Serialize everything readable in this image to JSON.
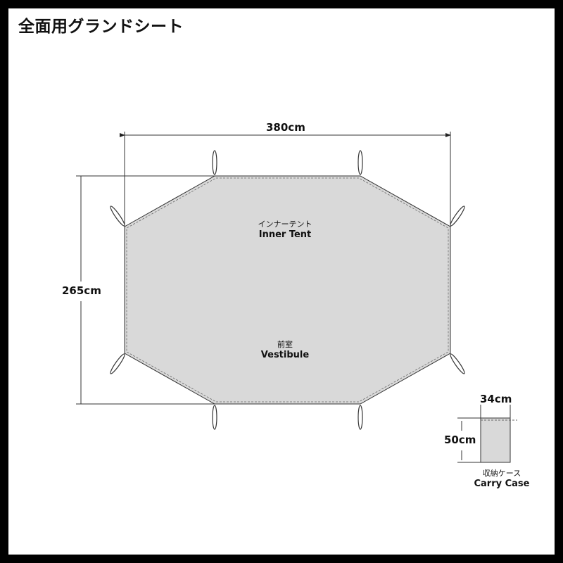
{
  "title": "全面用グランドシート",
  "dimensions": {
    "width": "380cm",
    "depth": "265cm"
  },
  "zones": {
    "inner_tent": {
      "jp": "インナーテント",
      "en": "Inner Tent"
    },
    "vestibule": {
      "jp": "前室",
      "en": "Vestibule"
    }
  },
  "carry_case": {
    "width": "34cm",
    "height": "50cm",
    "jp": "収納ケース",
    "en": "Carry Case"
  },
  "colors": {
    "frame": "#000000",
    "background": "#ffffff",
    "sheet_fill": "#d9d9d9",
    "line": "#333333"
  }
}
